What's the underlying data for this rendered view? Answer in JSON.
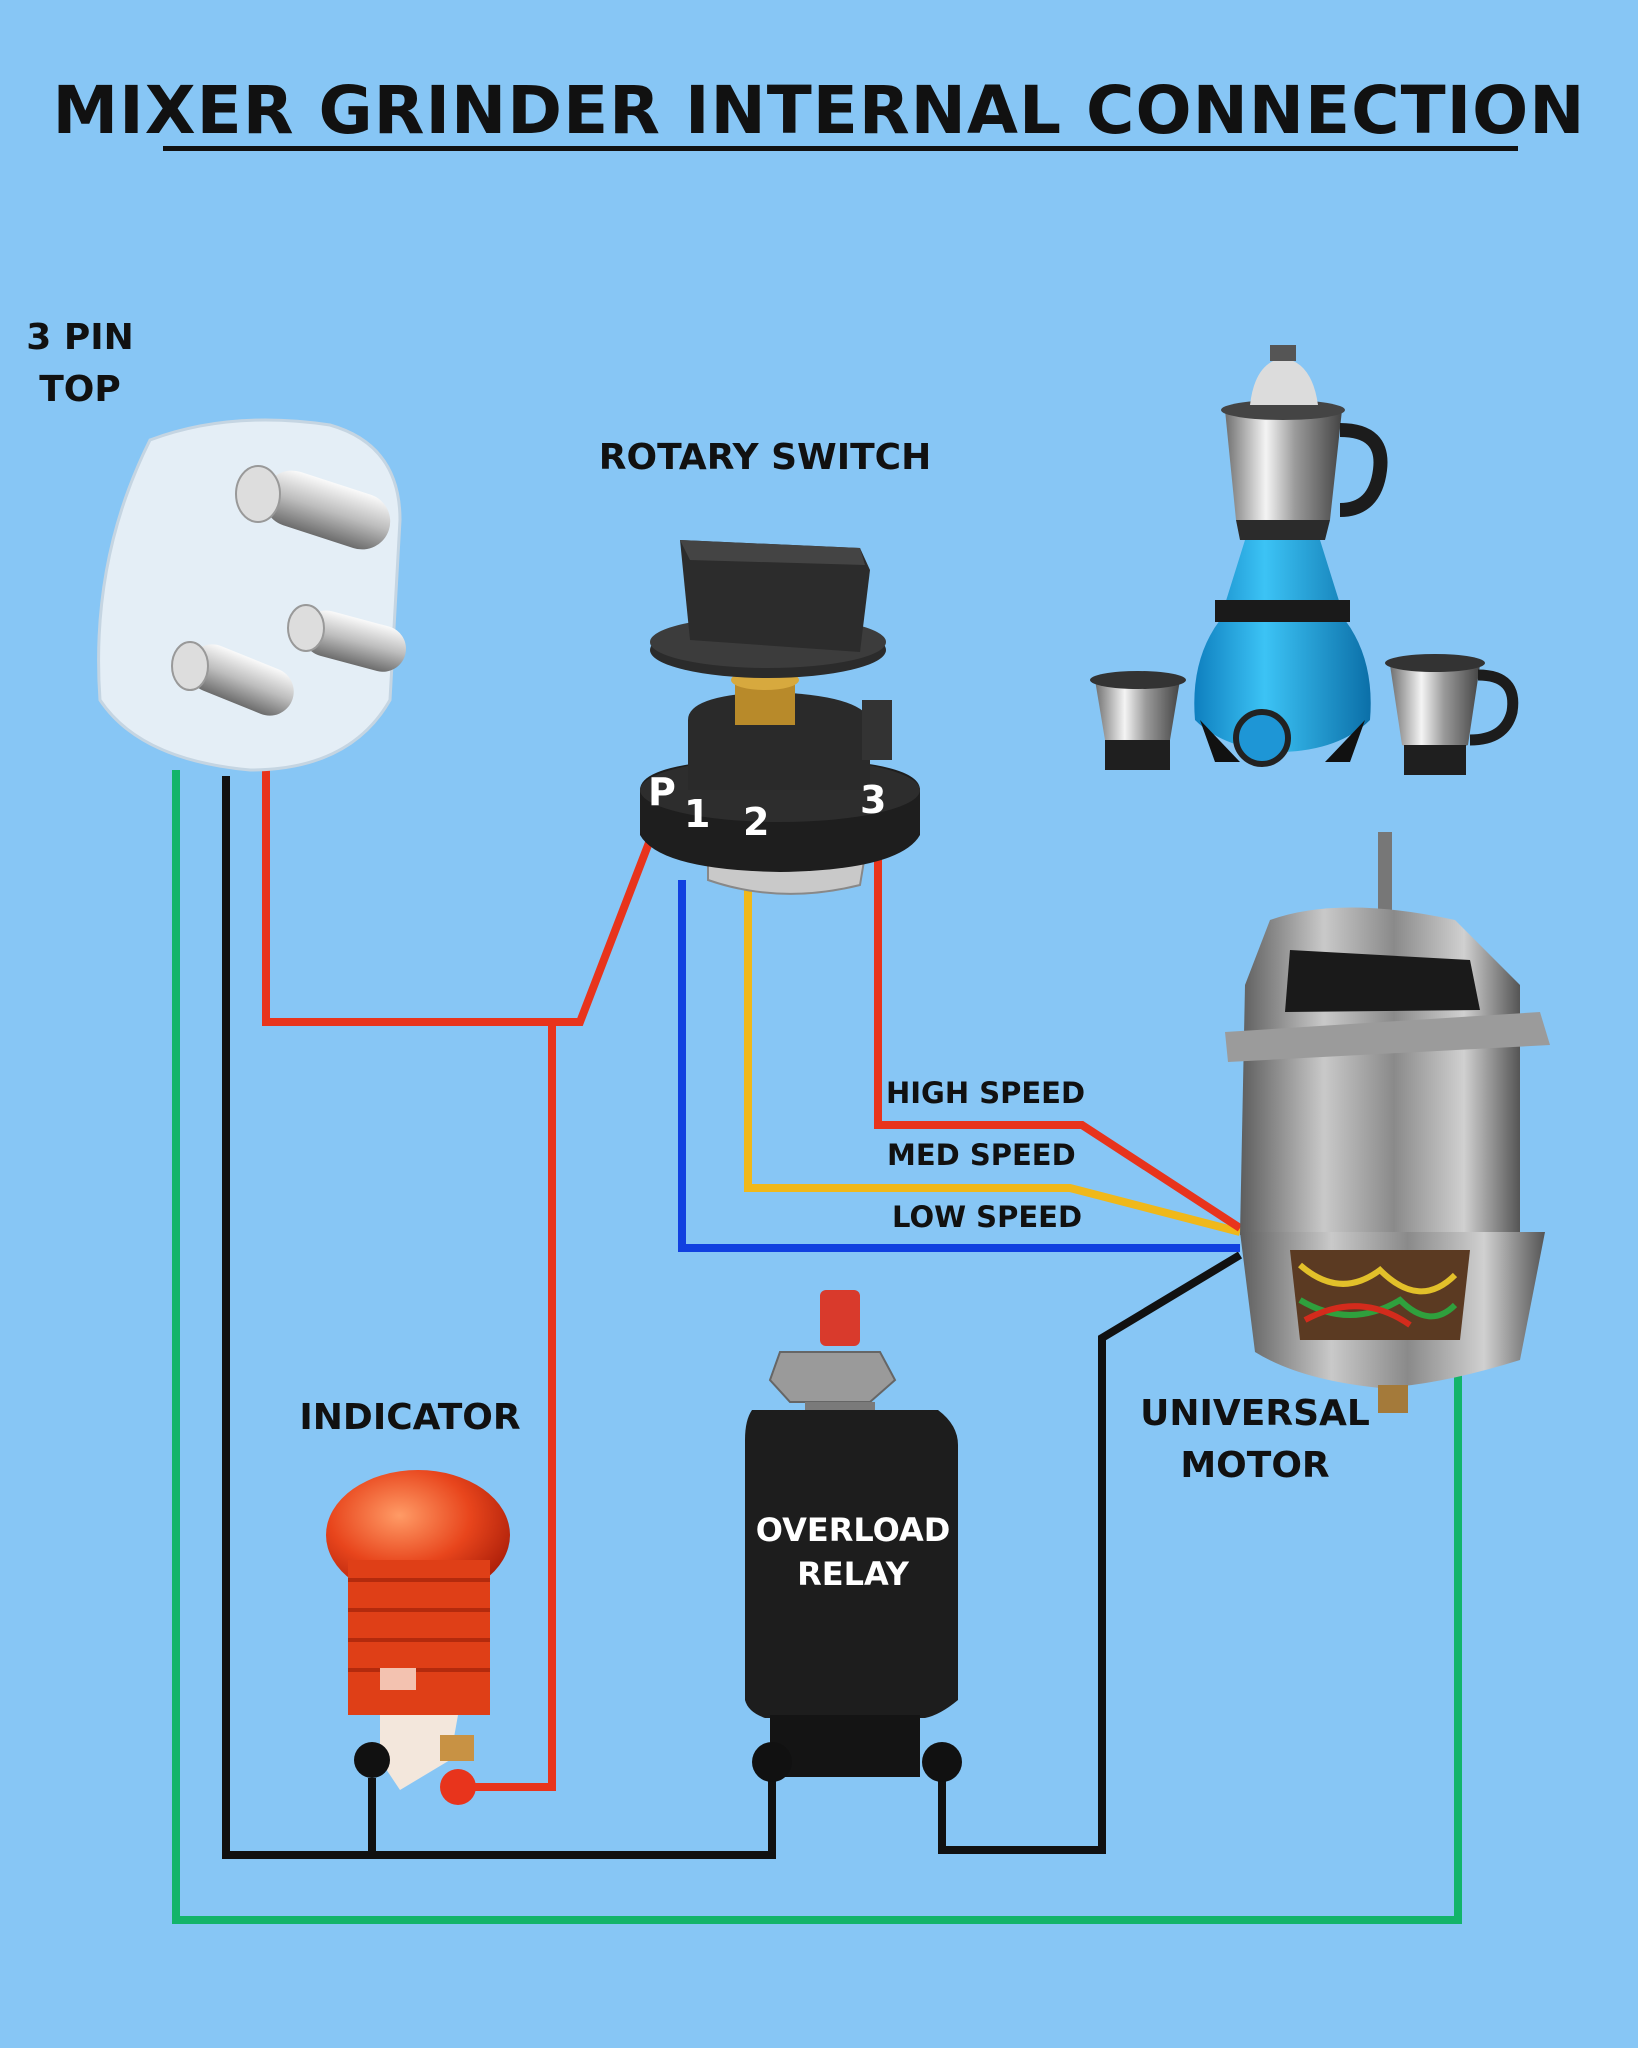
{
  "title": "MIXER GRINDER INTERNAL CONNECTION",
  "components": {
    "plug": {
      "line1": "3 PIN",
      "line2": "TOP"
    },
    "rotary_switch": {
      "label": "ROTARY SWITCH",
      "terminals": [
        "P",
        "1",
        "2",
        "3"
      ]
    },
    "indicator": {
      "label": "INDICATOR"
    },
    "overload_relay": {
      "line1": "OVERLOAD",
      "line2": "RELAY"
    },
    "motor": {
      "line1": "UNIVERSAL",
      "line2": "MOTOR"
    }
  },
  "wire_labels": {
    "high": "HIGH SPEED",
    "med": "MED SPEED",
    "low": "LOW SPEED"
  },
  "colors": {
    "background": "#87c6f5",
    "phase_wire": "#e8341c",
    "neutral_wire": "#111111",
    "earth_wire": "#13b46a",
    "low_speed_wire": "#1140e0",
    "med_speed_wire": "#f0b81a",
    "high_speed_wire": "#e8341c",
    "mixer_body": "#23a8e6"
  }
}
